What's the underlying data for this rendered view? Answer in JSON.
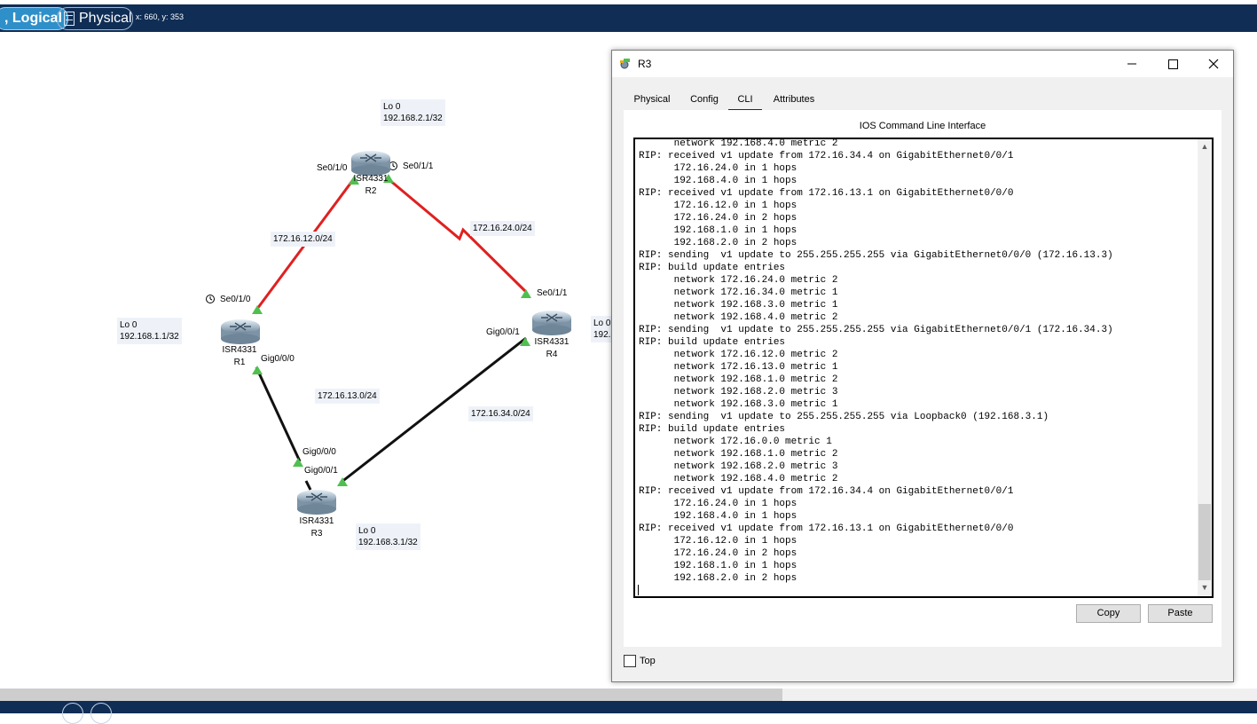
{
  "toolbar": {
    "logical_label": ", Logical",
    "physical_label": "Physical",
    "coords": "x: 660, y: 353"
  },
  "topology": {
    "devices": [
      {
        "id": "R1",
        "model": "ISR4331",
        "name": "R1"
      },
      {
        "id": "R2",
        "model": "ISR4331",
        "name": "R2"
      },
      {
        "id": "R3",
        "model": "ISR4331",
        "name": "R3"
      },
      {
        "id": "R4",
        "model": "ISR4331",
        "name": "R4"
      }
    ],
    "loopbacks": [
      {
        "device": "R1",
        "name": "Lo 0",
        "address": "192.168.1.1/32"
      },
      {
        "device": "R2",
        "name": "Lo 0",
        "address": "192.168.2.1/32"
      },
      {
        "device": "R3",
        "name": "Lo 0",
        "address": "192.168.3.1/32"
      },
      {
        "device": "R4",
        "name": "Lo 0",
        "address": "192."
      }
    ],
    "networks": [
      "172.16.12.0/24",
      "172.16.24.0/24",
      "172.16.13.0/24",
      "172.16.34.0/24"
    ],
    "ports": {
      "r2_left": "Se0/1/0",
      "r2_right": "Se0/1/1",
      "r1_top": "Se0/1/0",
      "r1_bottom": "Gig0/0/0",
      "r4_top": "Se0/1/1",
      "r4_left": "Gig0/0/1",
      "r3_top": "Gig0/0/0",
      "r3_right": "Gig0/0/1"
    },
    "colors": {
      "serial_link": "#e02020",
      "ethernet_link": "#111111",
      "link_up": "#4fc04f"
    }
  },
  "window": {
    "title": "R3",
    "tabs": [
      "Physical",
      "Config",
      "CLI",
      "Attributes"
    ],
    "active_tab": "CLI",
    "cli_title": "IOS Command Line Interface",
    "cli_lines": [
      "      network 192.168.4.0 metric 2",
      "RIP: received v1 update from 172.16.34.4 on GigabitEthernet0/0/1",
      "      172.16.24.0 in 1 hops",
      "      192.168.4.0 in 1 hops",
      "RIP: received v1 update from 172.16.13.1 on GigabitEthernet0/0/0",
      "      172.16.12.0 in 1 hops",
      "      172.16.24.0 in 2 hops",
      "      192.168.1.0 in 1 hops",
      "      192.168.2.0 in 2 hops",
      "RIP: sending  v1 update to 255.255.255.255 via GigabitEthernet0/0/0 (172.16.13.3)",
      "RIP: build update entries",
      "      network 172.16.24.0 metric 2",
      "      network 172.16.34.0 metric 1",
      "      network 192.168.3.0 metric 1",
      "      network 192.168.4.0 metric 2",
      "RIP: sending  v1 update to 255.255.255.255 via GigabitEthernet0/0/1 (172.16.34.3)",
      "RIP: build update entries",
      "      network 172.16.12.0 metric 2",
      "      network 172.16.13.0 metric 1",
      "      network 192.168.1.0 metric 2",
      "      network 192.168.2.0 metric 3",
      "      network 192.168.3.0 metric 1",
      "RIP: sending  v1 update to 255.255.255.255 via Loopback0 (192.168.3.1)",
      "RIP: build update entries",
      "      network 172.16.0.0 metric 1",
      "      network 192.168.1.0 metric 2",
      "      network 192.168.2.0 metric 3",
      "      network 192.168.4.0 metric 2",
      "RIP: received v1 update from 172.16.34.4 on GigabitEthernet0/0/1",
      "      172.16.24.0 in 1 hops",
      "      192.168.4.0 in 1 hops",
      "RIP: received v1 update from 172.16.13.1 on GigabitEthernet0/0/0",
      "      172.16.12.0 in 1 hops",
      "      172.16.24.0 in 2 hops",
      "      192.168.1.0 in 1 hops",
      "      192.168.2.0 in 2 hops"
    ],
    "copy_label": "Copy",
    "paste_label": "Paste",
    "top_label": "Top"
  }
}
